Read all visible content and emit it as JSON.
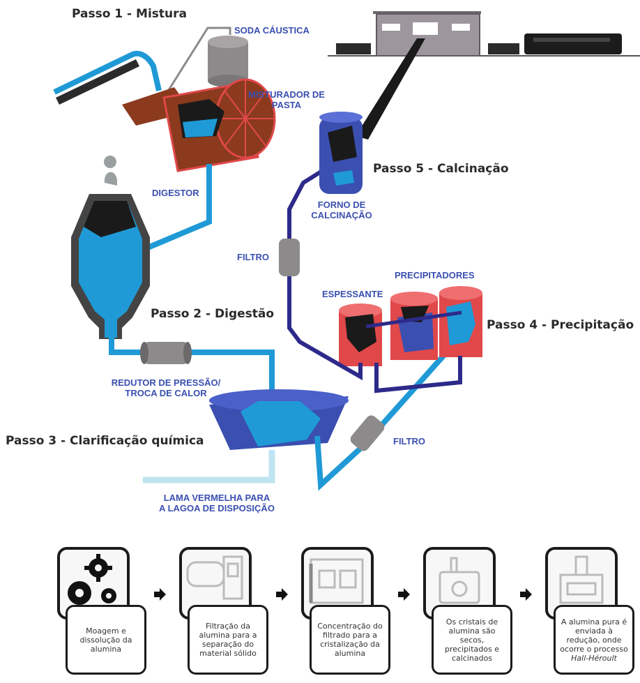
{
  "steps": {
    "step1": "Passo 1 - Mistura",
    "step2": "Passo 2 - Digestão",
    "step3": "Passo 3 - Clarificação química",
    "step4": "Passo 4 - Precipitação",
    "step5": "Passo 5 - Calcinação"
  },
  "labels": {
    "soda": "SODA CÁUSTICA",
    "misturador_1": "MISTURADOR DE",
    "misturador_2": "PASTA",
    "digestor": "DIGESTOR",
    "forno_1": "FORNO DE",
    "forno_2": "CALCINAÇÃO",
    "filtro_top": "FILTRO",
    "precipitadores": "PRECIPITADORES",
    "espessante": "ESPESSANTE",
    "redutor_1": "REDUTOR DE PRESSÃO/",
    "redutor_2": "TROCA DE CALOR",
    "filtro_bottom": "FILTRO",
    "lama_1": "LAMA VERMELHA PARA",
    "lama_2": "A LAGOA DE DISPOSIÇÃO"
  },
  "flow": [
    {
      "icon": "gears-icon",
      "text": "Moagem e dissolução da alumina"
    },
    {
      "icon": "filter-machine-icon",
      "text": "Filtração da alumina para a separação do material sólido"
    },
    {
      "icon": "crystallizer-icon",
      "text": "Concentração do filtrado para a cristalização da alumina"
    },
    {
      "icon": "kiln-icon",
      "text": "Os cristais de alumina são secos, precipitados e calcinados"
    },
    {
      "icon": "reduction-cell-icon",
      "text_main": "A alumina pura é enviada à redução, onde ocorre o processo",
      "text_em": "Hall-Héroult"
    }
  ],
  "colors": {
    "slurry_blue": "#1f9ad6",
    "liquor_navy": "#2d2a8a",
    "red_vessel": "#e0484a",
    "mixer_brown": "#8b3a1e",
    "label_blue": "#3a4fb0"
  }
}
